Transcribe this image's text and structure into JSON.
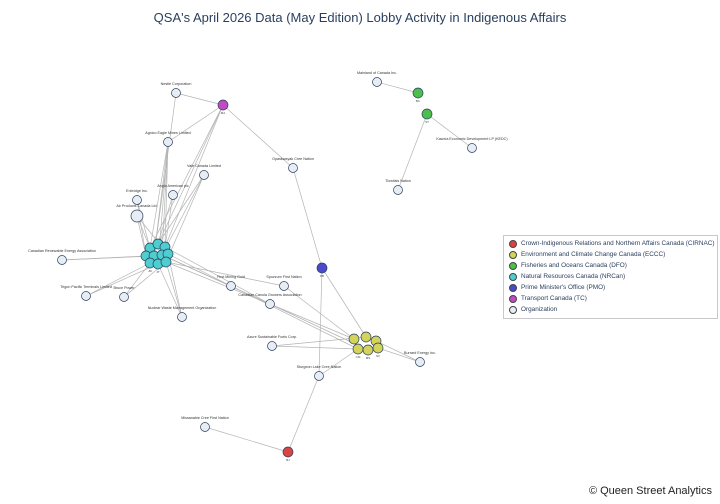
{
  "title": "QSA's April 2026 Data (May Edition) Lobby Activity in Indigenous Affairs",
  "credit": "© Queen Street Analytics",
  "legend": [
    {
      "label": "Crown-Indigenous Relations and Northern Affairs Canada (CIRNAC)",
      "color": "#d94545"
    },
    {
      "label": "Environment and Climate Change Canada (ECCC)",
      "color": "#d4d45a"
    },
    {
      "label": "Fisheries and Oceans Canada (DFO)",
      "color": "#4cbf4c"
    },
    {
      "label": "Natural Resources Canada (NRCan)",
      "color": "#4ecece"
    },
    {
      "label": "Prime Minister's Office (PMO)",
      "color": "#4a4acb"
    },
    {
      "label": "Transport Canada (TC)",
      "color": "#c24ac2"
    },
    {
      "label": "Organization",
      "color": "#e8edf4"
    }
  ],
  "organizations": [
    "Nestlé Corporation",
    "Agnico Eagle Mines Limited",
    "Vale Canada Limited",
    "Anglo American plc",
    "Enbridge Inc.",
    "Air Products Canada Ltd.",
    "Canadian Renewable Energy Association",
    "Trigon Pacific Terminals Limited",
    "Bruce Power",
    "Nuclear Waste Management Organization",
    "First Mining Gold",
    "Spuzzum First Nation",
    "Canadian Canola Growers Association",
    "Azure Sustainable Fuels Corp.",
    "Sturgeon Lake Cree Nation",
    "Missanabie Cree First Nation",
    "Opaskwayak Cree Nation",
    "Mainland of Canada Inc.",
    "Kawa'a Economic Development LP (KEDC)",
    "Tlowitsis Nation",
    "Burrard Energy Inc."
  ],
  "official_tags": [
    "JD",
    "JT",
    "CM",
    "MS",
    "SV",
    "BC",
    "ST",
    "PB",
    "BJ",
    "MA"
  ]
}
